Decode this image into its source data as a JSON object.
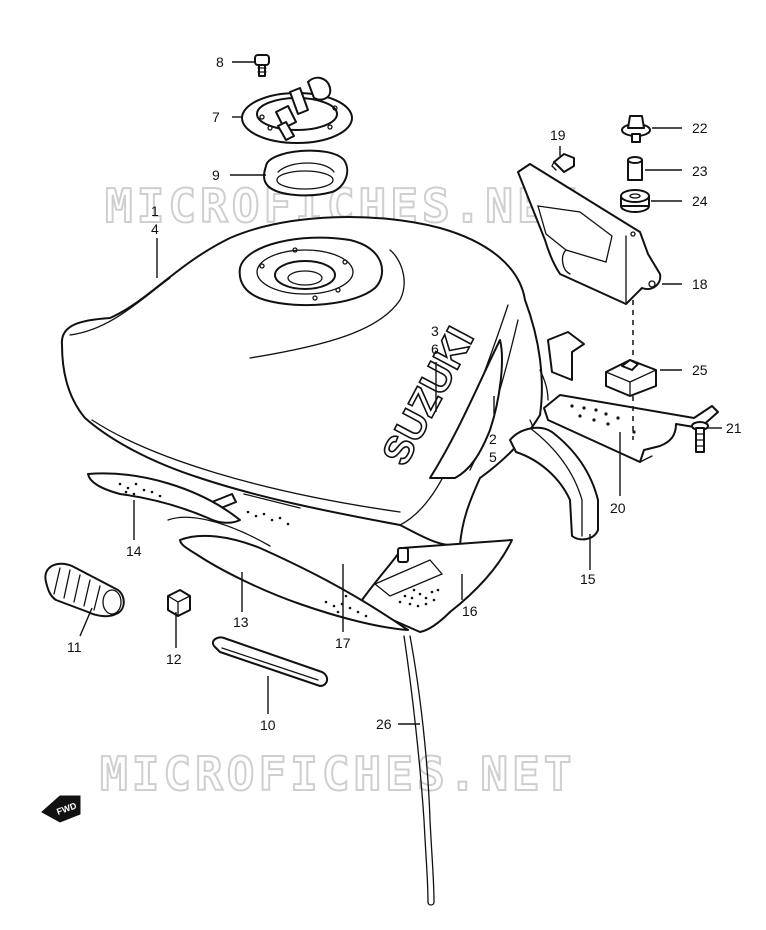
{
  "watermark": "MICROFICHES.NET",
  "brand_logo": "SUZUKI",
  "direction_badge": "FWD",
  "callouts": {
    "c1": "1",
    "c2": "2",
    "c3": "3",
    "c4": "4",
    "c5": "5",
    "c6": "6",
    "c7": "7",
    "c8": "8",
    "c9": "9",
    "c10": "10",
    "c11": "11",
    "c12": "12",
    "c13": "13",
    "c14": "14",
    "c15": "15",
    "c16": "16",
    "c17": "17",
    "c18": "18",
    "c19": "19",
    "c20": "20",
    "c21": "21",
    "c22": "22",
    "c23": "23",
    "c24": "24",
    "c25": "25",
    "c26": "26"
  }
}
